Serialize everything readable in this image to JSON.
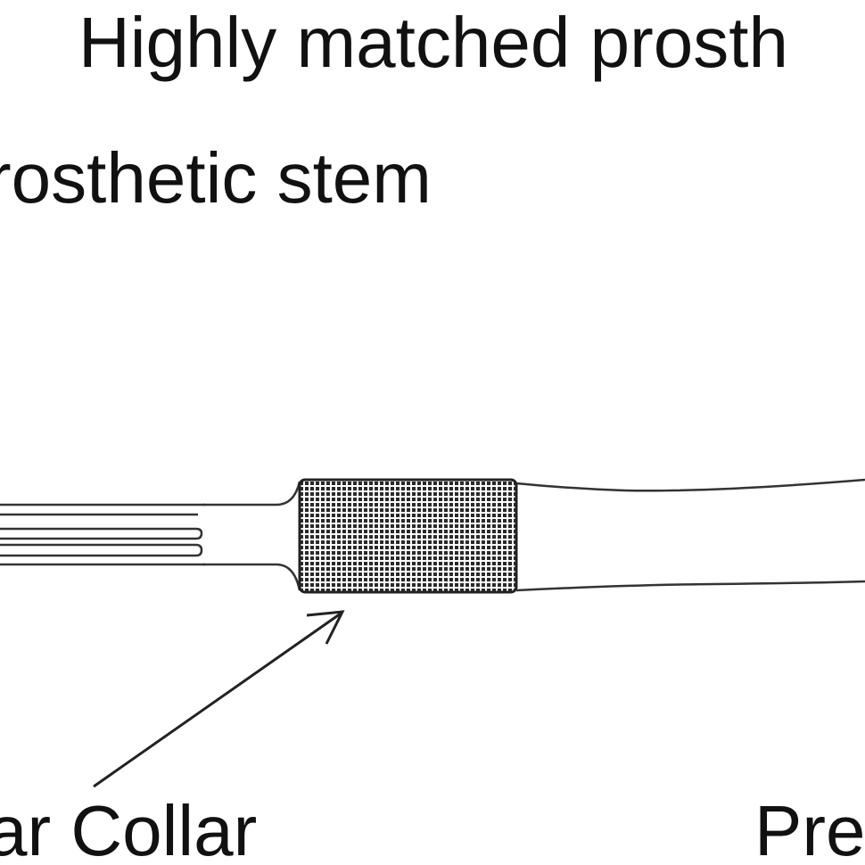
{
  "labels": {
    "title": "Highly matched prosth",
    "stem": "rosthetic stem",
    "collar": "ar Collar",
    "right": "Pre"
  },
  "colors": {
    "ink": "#111111",
    "background": "#ffffff",
    "mesh": "#2a2a2a"
  }
}
